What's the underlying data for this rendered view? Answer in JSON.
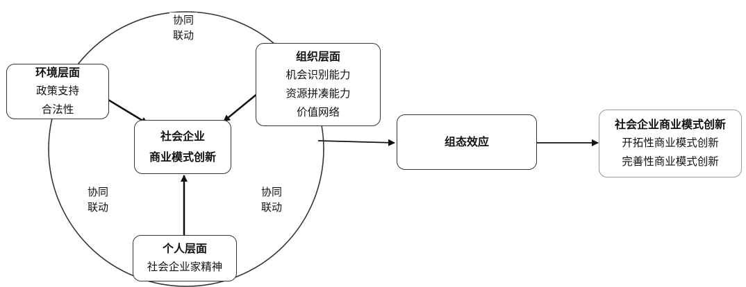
{
  "env": {
    "title": "环境层面",
    "lines": [
      "政策支持",
      "合法性"
    ]
  },
  "org": {
    "title": "组织层面",
    "lines": [
      "机会识别能力",
      "资源拼凑能力",
      "价值网络"
    ]
  },
  "center": {
    "line1": "社会企业",
    "line2": "商业模式创新"
  },
  "individual": {
    "title": "个人层面",
    "lines": [
      "社会企业家精神"
    ]
  },
  "effect": {
    "title": "组态效应"
  },
  "outcome": {
    "title": "社会企业商业模式创新",
    "lines": [
      "开拓性商业模式创新",
      "完善性商业模式创新"
    ]
  },
  "synergy": {
    "top": [
      "协同",
      "联动"
    ],
    "left": [
      "协同",
      "联动"
    ],
    "right": [
      "协同",
      "联动"
    ]
  }
}
